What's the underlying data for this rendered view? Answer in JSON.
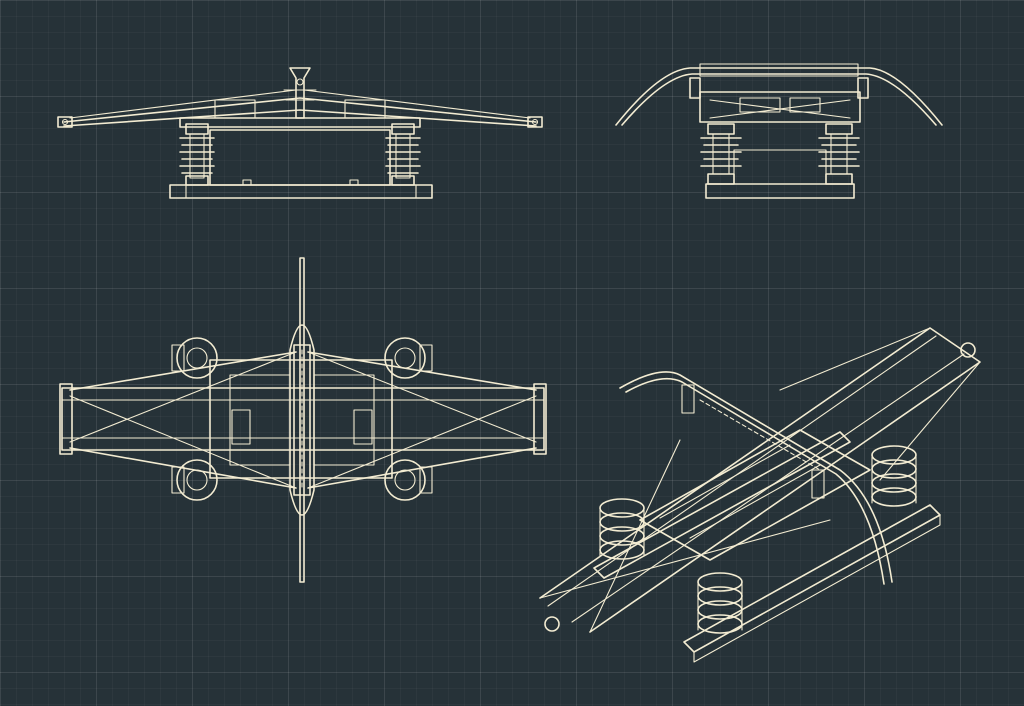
{
  "drawing": {
    "background_color": "#263238",
    "line_color": "#f3ecd2",
    "grid_color": "#3a464c",
    "views": [
      {
        "id": "front-elevation",
        "kind": "front view"
      },
      {
        "id": "side-elevation",
        "kind": "side view"
      },
      {
        "id": "plan-view",
        "kind": "top view"
      },
      {
        "id": "isometric-view",
        "kind": "isometric view"
      }
    ]
  }
}
